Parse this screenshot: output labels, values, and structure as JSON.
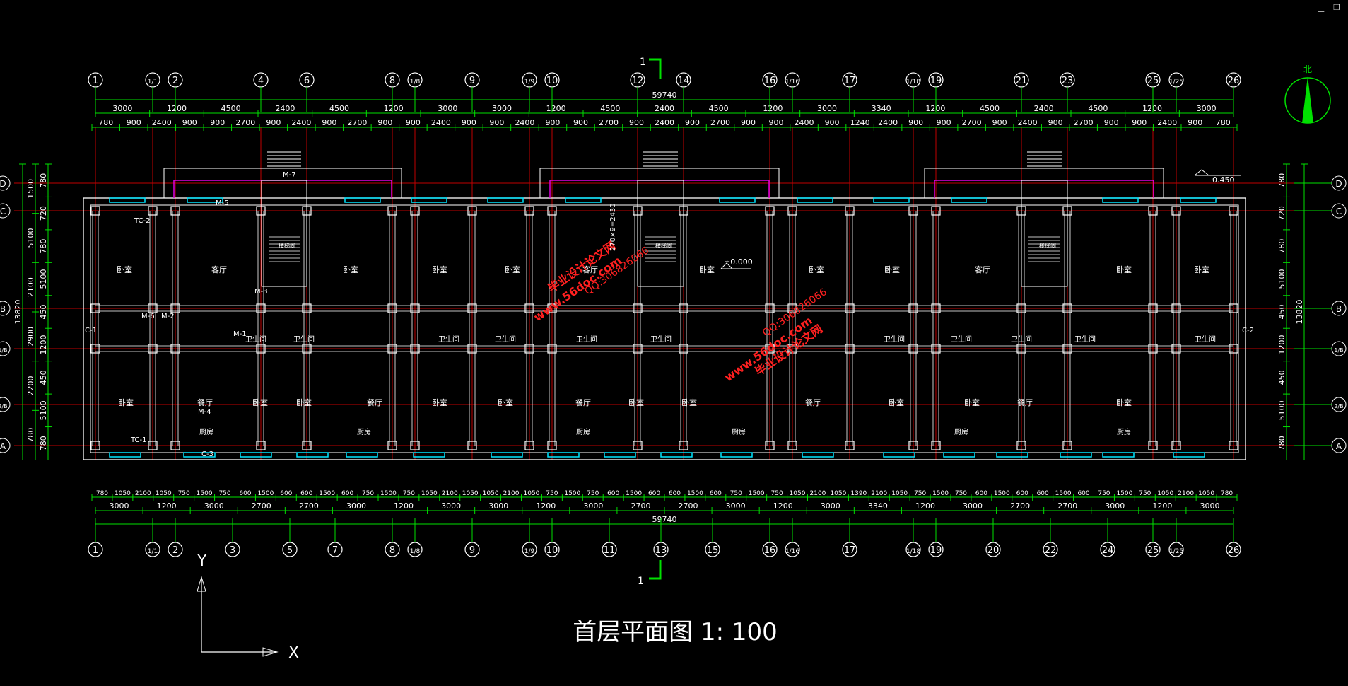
{
  "window": {
    "minimize_glyph": "▁",
    "restore_glyph": "❐"
  },
  "colors": {
    "background": "#000000",
    "grid": "#c00000",
    "dims": "#00e000",
    "walls": "#ffffff",
    "windows": "#00e5ff",
    "parapet": "#e000e0",
    "labels": "#ffffff",
    "watermark": "#ff2020"
  },
  "drawing": {
    "title": "首层平面图 1: 100",
    "north_label": "北",
    "elevation_top": "0.450",
    "elevation_floor": "±0.000",
    "section_mark": "1",
    "ucs_x": "X",
    "ucs_y": "Y",
    "total_length": "59740",
    "top_axes": [
      "1",
      "1/1",
      "2",
      "4",
      "6",
      "8",
      "1/8",
      "9",
      "1/9",
      "10",
      "12",
      "14",
      "16",
      "1/16",
      "17",
      "1/18",
      "19",
      "21",
      "23",
      "25",
      "1/25",
      "26"
    ],
    "bottom_axes": [
      "1",
      "1/1",
      "2",
      "3",
      "5",
      "7",
      "8",
      "1/8",
      "9",
      "1/9",
      "10",
      "11",
      "13",
      "15",
      "16",
      "1/16",
      "17",
      "1/18",
      "19",
      "20",
      "22",
      "24",
      "25",
      "1/25",
      "26"
    ],
    "left_axes": [
      "D",
      "C",
      "B",
      "1/B",
      "2/B",
      "A"
    ],
    "right_axes": [
      "D",
      "C",
      "B",
      "1/B",
      "2/B",
      "A"
    ],
    "top_dims_major": [
      "3000",
      "1200",
      "4500",
      "2400",
      "4500",
      "1200",
      "3000",
      "3000",
      "1200",
      "4500",
      "2400",
      "4500",
      "1200",
      "3000",
      "3340",
      "1200",
      "4500",
      "2400",
      "4500",
      "1200",
      "3000"
    ],
    "top_dims_minor": [
      "780",
      "900",
      "2400",
      "900",
      "900",
      "2700",
      "900",
      "2400",
      "900",
      "2700",
      "900",
      "900",
      "2400",
      "900",
      "900",
      "2400",
      "900",
      "900",
      "2700",
      "900",
      "2400",
      "900",
      "2700",
      "900",
      "900",
      "2400",
      "900",
      "1240",
      "2400",
      "900",
      "900",
      "2700",
      "900",
      "2400",
      "900",
      "2700",
      "900",
      "900",
      "2400",
      "900",
      "780"
    ],
    "bottom_dims_major": [
      "3000",
      "1200",
      "3000",
      "2700",
      "2700",
      "3000",
      "1200",
      "3000",
      "3000",
      "1200",
      "3000",
      "2700",
      "2700",
      "3000",
      "1200",
      "3000",
      "3340",
      "1200",
      "3000",
      "2700",
      "2700",
      "3000",
      "1200",
      "3000"
    ],
    "bottom_dims_minor": [
      "780",
      "1050",
      "2100",
      "1050",
      "750",
      "1500",
      "750",
      "600",
      "1500",
      "600",
      "600",
      "1500",
      "600",
      "750",
      "1500",
      "750",
      "1050",
      "2100",
      "1050",
      "1050",
      "2100",
      "1050",
      "750",
      "1500",
      "750",
      "600",
      "1500",
      "600",
      "600",
      "1500",
      "600",
      "750",
      "1500",
      "750",
      "1050",
      "2100",
      "1050",
      "1390",
      "2100",
      "1050",
      "750",
      "1500",
      "750",
      "600",
      "1500",
      "600",
      "600",
      "1500",
      "600",
      "750",
      "1500",
      "750",
      "1050",
      "2100",
      "1050",
      "780"
    ],
    "left_dims_outer": [
      "1500",
      "5100",
      "2100",
      "2900",
      "2200",
      "780"
    ],
    "left_dims_inner": [
      "780",
      "720",
      "780",
      "5100",
      "450",
      "1200",
      "450",
      "5100",
      "780"
    ],
    "left_total": "13820",
    "right_dims_outer": [
      "780",
      "720",
      "780",
      "5100",
      "450",
      "1200",
      "450",
      "5100",
      "780"
    ],
    "right_total": "13820",
    "stair_dim": "270×9=2430",
    "rooms_top": [
      "卧室",
      "客厅",
      "卧室",
      "卧室",
      "卧室",
      "客厅",
      "卧室",
      "卧室",
      "卧室",
      "客厅",
      "卧室",
      "卧室"
    ],
    "rooms_bottom": [
      "卧室",
      "餐厅",
      "卧室",
      "卧室",
      "餐厅",
      "卧室",
      "卧室",
      "餐厅",
      "卧室",
      "卧室",
      "餐厅",
      "卧室",
      "卧室",
      "餐厅",
      "卧室"
    ],
    "baths": [
      "卫生间",
      "卫生间",
      "卫生间",
      "卫生间",
      "卫生间",
      "卫生间",
      "卫生间",
      "卫生间",
      "卫生间",
      "卫生间",
      "卫生间"
    ],
    "kitchens": [
      "厨房",
      "厨房",
      "厨房",
      "厨房",
      "厨房",
      "厨房"
    ],
    "stair_labels": [
      "楼梯间",
      "楼梯间",
      "楼梯间"
    ],
    "door_tags": [
      "M-7",
      "M-5",
      "M-3",
      "M-6",
      "M-2",
      "M-4",
      "M-1"
    ],
    "window_tags": [
      "TC-1",
      "TC-2",
      "C-1",
      "C-2",
      "C-3"
    ],
    "watermark_lines": [
      "毕业设计论文网",
      "www.56doc.com",
      "QQ:306826066"
    ]
  }
}
